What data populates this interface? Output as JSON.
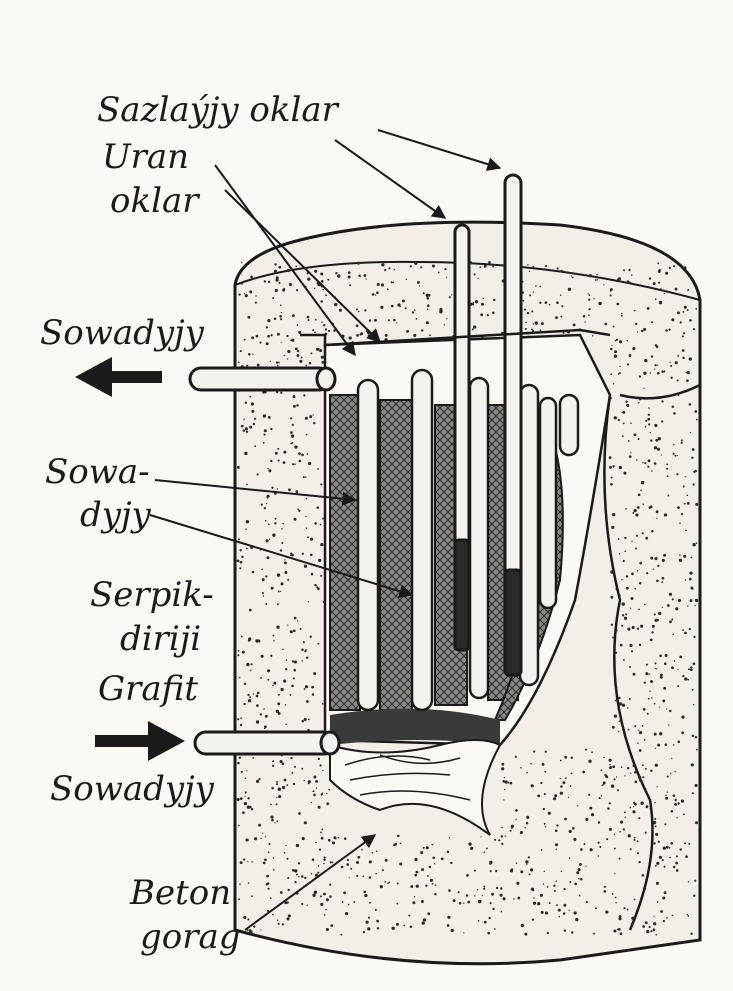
{
  "labels": {
    "control_rods": "Sazlaýjy oklar",
    "uranium_rods_line1": "Uran",
    "uranium_rods_line2": "oklar",
    "coolant_out": "Sowadyjy",
    "coolant_mid_line1": "Sowa-",
    "coolant_mid_line2": "dyjy",
    "moderator_line1": "Serpik-",
    "moderator_line2": "diriji",
    "moderator_line3": "Grafit",
    "coolant_in": "Sowadyjy",
    "concrete_line1": "Beton",
    "concrete_line2": "gorag"
  },
  "colors": {
    "ink": "#1a1a1a",
    "paper": "#fbf9f4",
    "graphite": "#5a5a5a",
    "rod": "#f4f2ec"
  }
}
